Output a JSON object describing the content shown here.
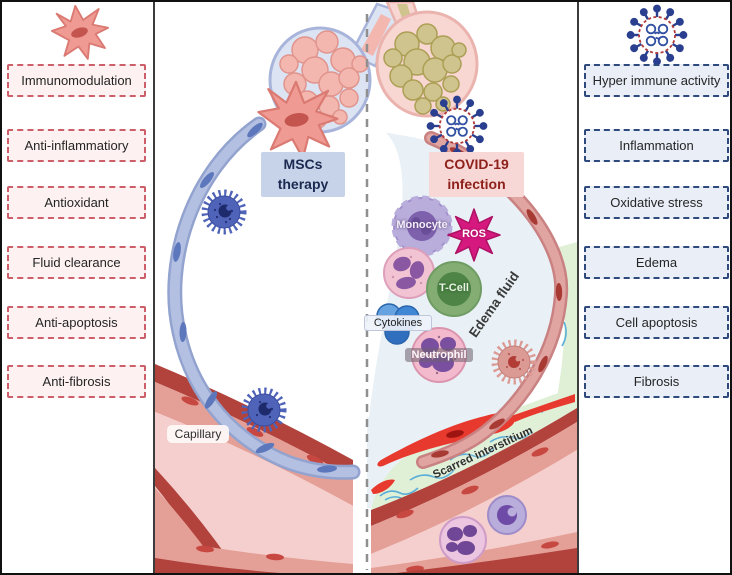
{
  "figure": {
    "left_panel": {
      "icon": "msc-cell",
      "items": [
        "Immunomodulation",
        "Anti-inflammatiory",
        "Antioxidant",
        "Fluid clearance",
        "Anti-apoptosis",
        "Anti-fibrosis"
      ]
    },
    "right_panel": {
      "icon": "coronavirus",
      "items": [
        "Hyper immune activity",
        "Inflammation",
        "Oxidative stress",
        "Edema",
        "Cell apoptosis",
        "Fibrosis"
      ]
    },
    "labels": {
      "msc_therapy": "MSCs therapy",
      "covid_infection": "COVID-19 infection",
      "monocyte": "Monocyte",
      "ros": "ROS",
      "t_cell": "T-Cell",
      "cytokines": "Cytokines",
      "neutrophil": "Neutrophil",
      "edema_fluid": "Edema fluid",
      "capillary": "Capillary",
      "scarred_interstitium": "Scarred interstitium"
    },
    "colors": {
      "left_accent": "#cc5f6a",
      "left_box_bg": "#fdf1f1",
      "right_accent": "#2e4a7d",
      "right_box_bg": "#e9eef7",
      "msc_cell": "#ef9b94",
      "virus": "#2a3f8f",
      "msc_label_bg": "#c7d3e8",
      "covid_label_bg": "#f8d8d6",
      "edema_fluid_fill": "#e9f1f6",
      "scarred_fill": "#e0f0d7",
      "capillary_dark": "#b2423c",
      "capillary_light": "#f5cfcd"
    }
  }
}
